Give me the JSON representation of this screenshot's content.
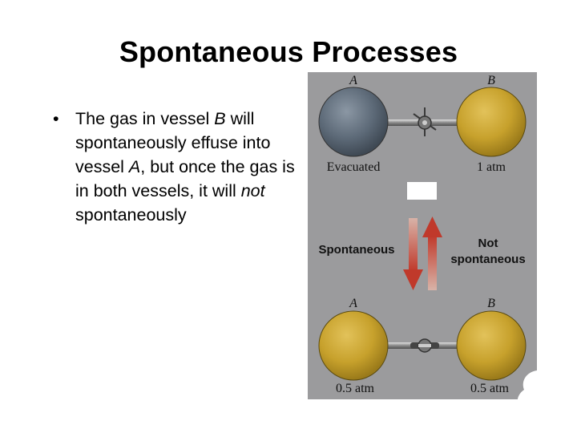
{
  "slide": {
    "title": "Spontaneous Processes",
    "bullet_symbol": "•",
    "bullet_parts": [
      {
        "text": "The gas in vessel ",
        "style": "normal"
      },
      {
        "text": "B",
        "style": "italic"
      },
      {
        "text": " will spontaneously effuse into vessel ",
        "style": "normal"
      },
      {
        "text": "A",
        "style": "italic"
      },
      {
        "text": ", but once the gas is in both vessels, it will ",
        "style": "normal"
      },
      {
        "text": "not",
        "style": "italic"
      },
      {
        "text": " spontaneously",
        "style": "normal"
      }
    ]
  },
  "figure": {
    "top": {
      "vessel_a_label": "A",
      "vessel_b_label": "B",
      "vessel_a_state": "Evacuated",
      "vessel_b_state": "1 atm"
    },
    "arrows": {
      "down_label": "Spontaneous",
      "up_label_line1": "Not",
      "up_label_line2": "spontaneous"
    },
    "bottom": {
      "vessel_a_label": "A",
      "vessel_b_label": "B",
      "vessel_a_state": "0.5 atm",
      "vessel_b_state": "0.5 atm"
    },
    "colors": {
      "background": "#9b9b9d",
      "evacuated_bulb": "#5d6a78",
      "gas_bulb": "#c7a12c",
      "down_arrow": "#c0392b",
      "up_arrow": "#c0392b"
    }
  }
}
